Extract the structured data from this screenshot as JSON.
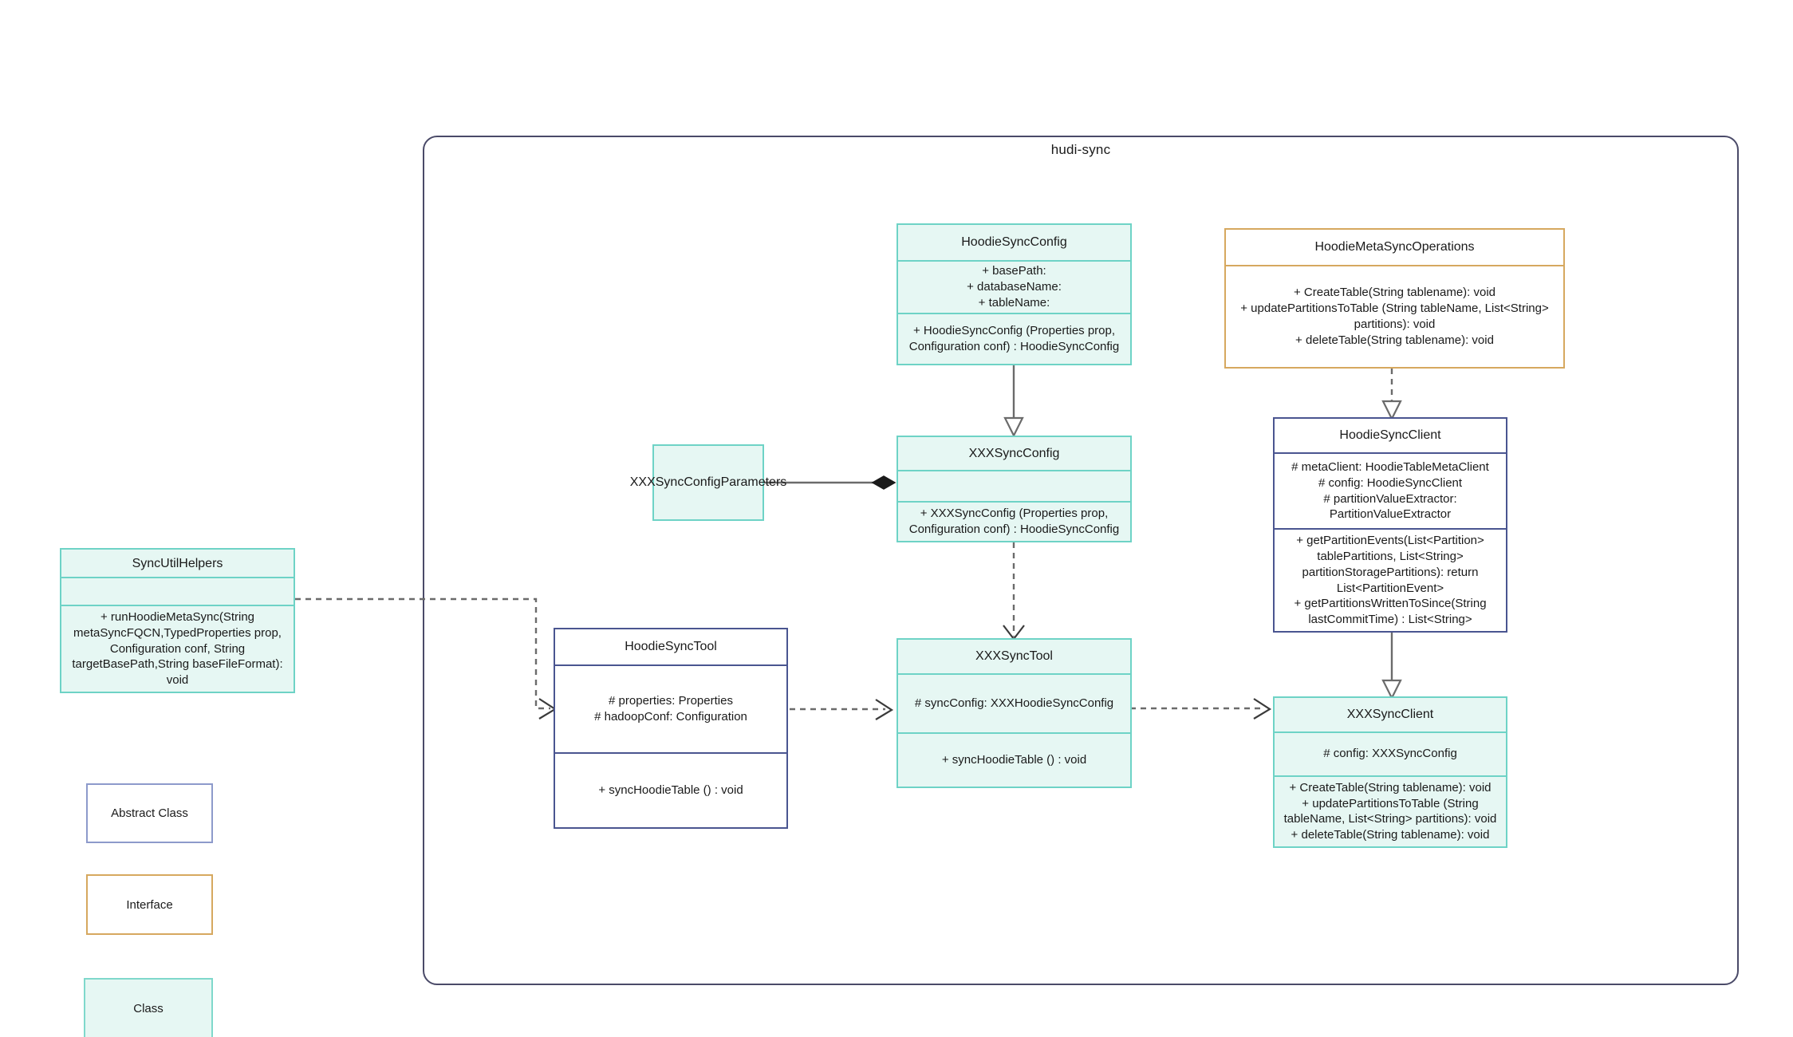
{
  "package": {
    "title": "hudi-sync"
  },
  "classes": {
    "hoodie_sync_config": {
      "name": "HoodieSyncConfig",
      "attributes": "+    basePath:\n+    databaseName:\n+    tableName:",
      "operations": "+   HoodieSyncConfig (Properties prop, Configuration conf) : HoodieSyncConfig",
      "stereotype": "class"
    },
    "hoodie_meta_sync_operations": {
      "name": "HoodieMetaSyncOperations",
      "attributes": "",
      "operations": "+    CreateTable(String tablename): void\n+   updatePartitionsToTable (String tableName, List<String> partitions): void\n+    deleteTable(String tablename): void",
      "stereotype": "interface"
    },
    "xxx_sync_config": {
      "name": "XXXSyncConfig",
      "attributes": "",
      "operations": "+   XXXSyncConfig (Properties prop, Configuration conf) : HoodieSyncConfig",
      "stereotype": "class"
    },
    "xxx_sync_config_parameters": {
      "name": "XXXSyncConfigParameters",
      "stereotype": "class"
    },
    "hoodie_sync_client": {
      "name": "HoodieSyncClient",
      "attributes": "#   metaClient: HoodieTableMetaClient\n#    config: HoodieSyncClient\n#    partitionValueExtractor: PartitionValueExtractor",
      "operations": "+   getPartitionEvents(List<Partition> tablePartitions, List<String> partitionStoragePartitions): return List<PartitionEvent>\n+   getPartitionsWrittenToSince(String lastCommitTime) : List<String>",
      "stereotype": "abstract"
    },
    "xxx_sync_client": {
      "name": "XXXSyncClient",
      "attributes": "#    config: XXXSyncConfig",
      "operations": "+    CreateTable(String tablename): void\n+    updatePartitionsToTable (String tableName, List<String> partitions): void\n+    deleteTable(String tablename): void",
      "stereotype": "class"
    },
    "hoodie_sync_tool": {
      "name": "HoodieSyncTool",
      "attributes": "#   properties: Properties\n#   hadoopConf: Configuration",
      "operations": "+   syncHoodieTable () : void",
      "stereotype": "abstract"
    },
    "xxx_sync_tool": {
      "name": "XXXSyncTool",
      "attributes": "#   syncConfig: XXXHoodieSyncConfig",
      "operations": "+   syncHoodieTable () : void",
      "stereotype": "class"
    },
    "sync_util_helpers": {
      "name": "SyncUtilHelpers",
      "attributes": "",
      "operations": "+    runHoodieMetaSync(String metaSyncFQCN,TypedProperties prop, Configuration conf, String targetBasePath,String baseFileFormat): void",
      "stereotype": "class"
    }
  },
  "legend": [
    {
      "label": "Abstract Class",
      "kind": "abstract"
    },
    {
      "label": "Interface",
      "kind": "interface"
    },
    {
      "label": "Class",
      "kind": "class"
    }
  ],
  "colors": {
    "class_fill": "#e6f7f3",
    "class_stroke": "#6ed3c6",
    "abstract_stroke": "#4a5590",
    "interface_stroke": "#d6a85f",
    "package_stroke": "#4a4a68",
    "connector": "#6b6b6b"
  },
  "relations": [
    {
      "name": "generalization-hoodiesyncconfig-xxxsyncconfig",
      "from": "HoodieSyncConfig",
      "to": "XXXSyncConfig",
      "type": "generalization"
    },
    {
      "name": "realization-hoodiemetasyncoperations-hoodiesyncclient",
      "from": "HoodieMetaSyncOperations",
      "to": "HoodieSyncClient",
      "type": "realization"
    },
    {
      "name": "generalization-hoodiesyncclient-xxxsyncclient",
      "from": "HoodieSyncClient",
      "to": "XXXSyncClient",
      "type": "generalization"
    },
    {
      "name": "composition-xxxsyncconfigparameters-xxxsyncconfig",
      "from": "XXXSyncConfigParameters",
      "to": "XXXSyncConfig",
      "type": "composition"
    },
    {
      "name": "dependency-xxxsyncconfig-xxxsynctool",
      "from": "XXXSyncConfig",
      "to": "XXXSyncTool",
      "type": "dependency"
    },
    {
      "name": "dependency-syncutilhelpers-hoodiesynctool",
      "from": "SyncUtilHelpers",
      "to": "HoodieSyncTool",
      "type": "dependency"
    },
    {
      "name": "dependency-hoodiesynctool-xxxsynctool",
      "from": "HoodieSyncTool",
      "to": "XXXSyncTool",
      "type": "dependency"
    },
    {
      "name": "dependency-xxxsynctool-xxxsyncclient",
      "from": "XXXSyncTool",
      "to": "XXXSyncClient",
      "type": "dependency"
    }
  ]
}
